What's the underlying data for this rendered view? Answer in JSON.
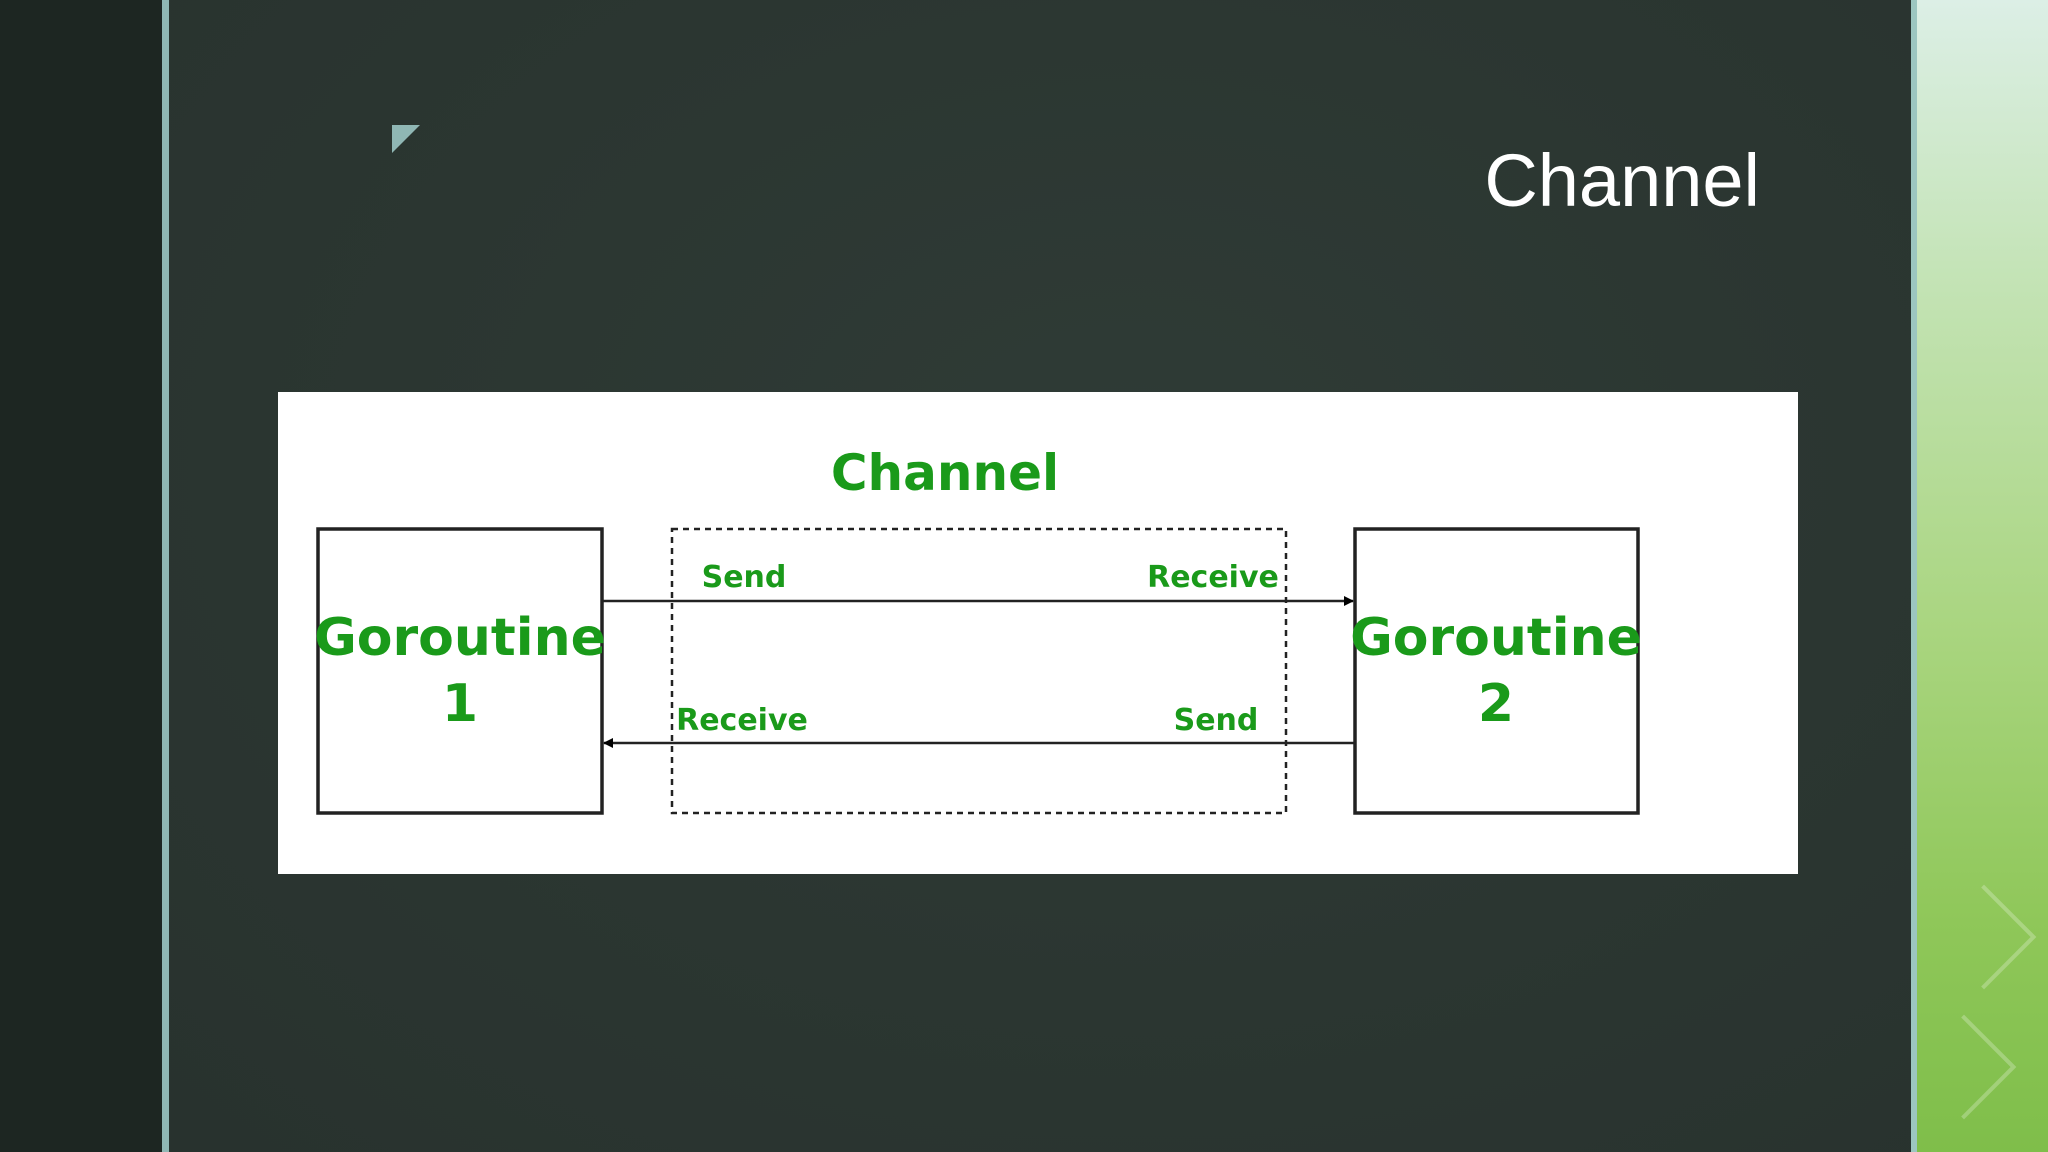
{
  "slide": {
    "title": "Channel"
  },
  "diagram": {
    "channel_label": "Channel",
    "left_box": {
      "line1": "Goroutine",
      "line2": "1"
    },
    "right_box": {
      "line1": "Goroutine",
      "line2": "2"
    },
    "top_arrow": {
      "from_label": "Send",
      "to_label": "Receive"
    },
    "bottom_arrow": {
      "from_label": "Send",
      "to_label": "Receive"
    }
  },
  "colors": {
    "diagram_text": "#1a9a1a",
    "accent": "#8fb7b4",
    "background": "#2b3631"
  }
}
